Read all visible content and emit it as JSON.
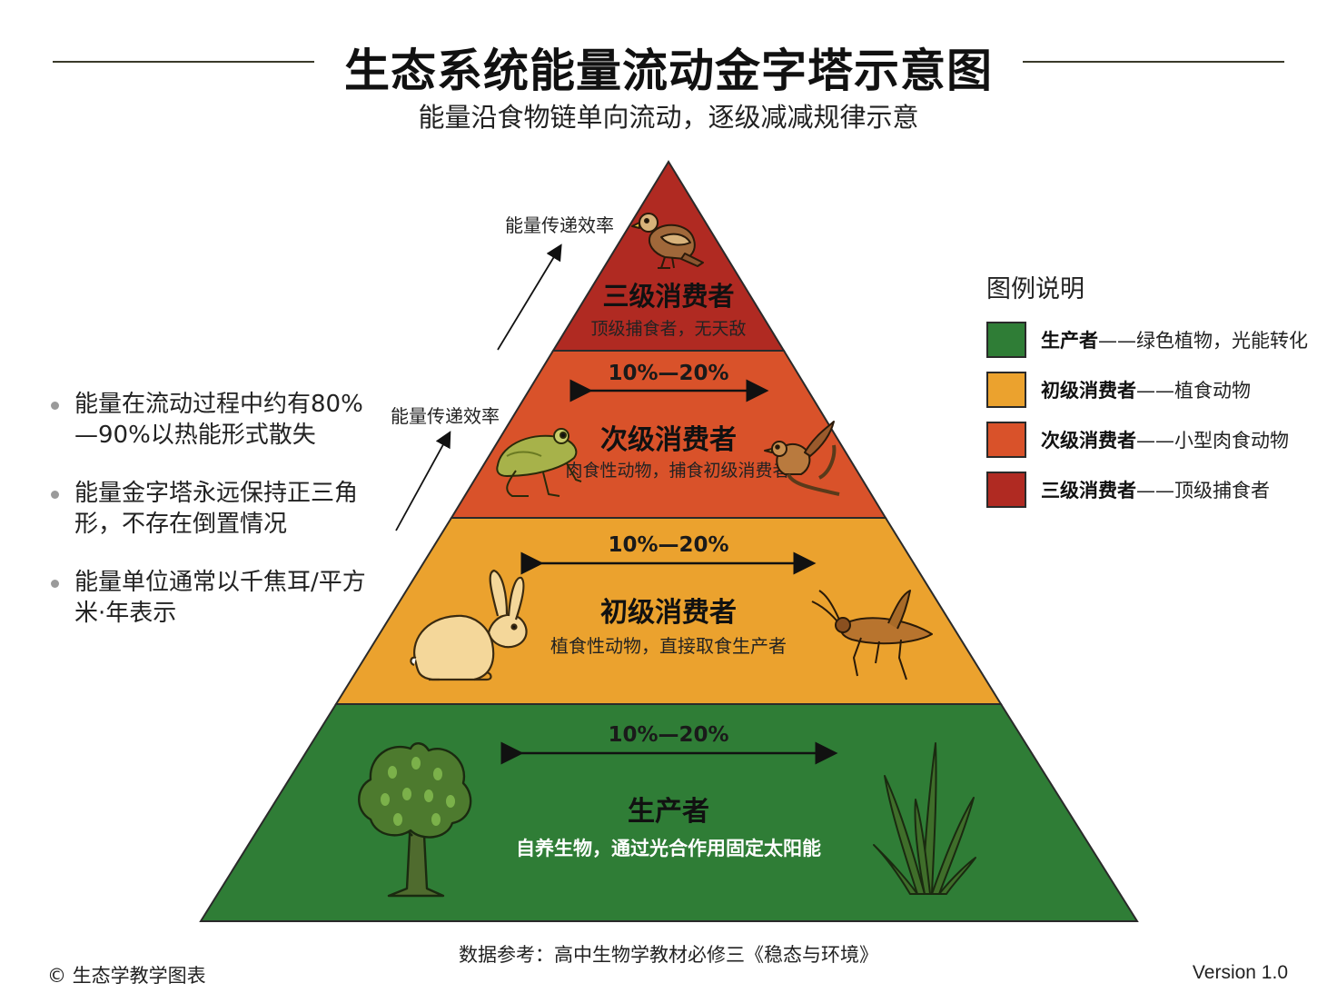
{
  "header": {
    "title": "生态系统能量流动金字塔示意图",
    "subtitle": "能量沿食物链单向流动，逐级减减规律示意"
  },
  "pyramid": {
    "tiers": [
      {
        "name": "三级消费者",
        "desc": "顶级捕食者，无天敌",
        "color": "#B02A22"
      },
      {
        "name": "次级消费者",
        "desc": "肉食性动物，捕食初级消费者",
        "color": "#D9522A"
      },
      {
        "name": "初级消费者",
        "desc": "植食性动物，直接取食生产者",
        "color": "#EBA22E"
      },
      {
        "name": "生产者",
        "desc": "自养生物，通过光合作用固定太阳能",
        "color": "#2F7D36"
      }
    ],
    "transfer_rates": [
      "10%—20%",
      "10%—20%",
      "10%—20%"
    ],
    "efficiency_labels": [
      "能量传递效率",
      "能量传递效率"
    ],
    "icons": [
      "hawk-icon",
      "frog-icon",
      "bird-icon",
      "rabbit-icon",
      "grasshopper-icon",
      "tree-icon",
      "grass-icon"
    ]
  },
  "notes": [
    "能量在流动过程中约有80%—90%以热能形式散失",
    "能量金字塔永远保持正三角形，不存在倒置情况",
    "能量单位通常以千焦耳/平方米·年表示"
  ],
  "legend": {
    "title": "图例说明",
    "items": [
      {
        "name": "生产者",
        "desc": "——绿色植物，光能转化",
        "color": "#2F7D36"
      },
      {
        "name": "初级消费者",
        "desc": "——植食动物",
        "color": "#EBA22E"
      },
      {
        "name": "次级消费者",
        "desc": "——小型肉食动物",
        "color": "#D9522A"
      },
      {
        "name": "三级消费者",
        "desc": "——顶级捕食者",
        "color": "#B02A22"
      }
    ]
  },
  "footer": {
    "source": "数据参考：高中生物学教材必修三《稳态与环境》",
    "copyright": "© 生态学教学图表",
    "version": "Version 1.0"
  }
}
